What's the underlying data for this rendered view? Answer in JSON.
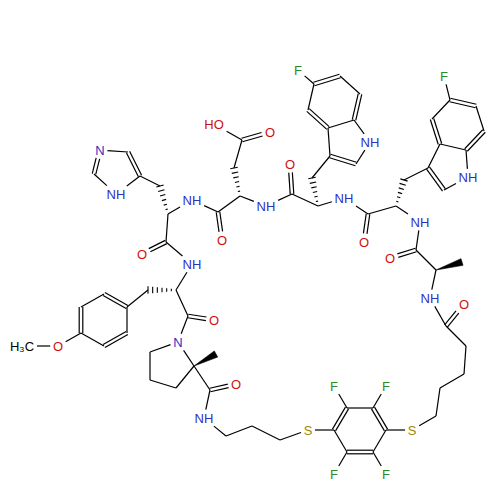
{
  "diagram": {
    "labels": [
      "F",
      "NH",
      "F",
      "HO",
      "O",
      "O",
      "NH",
      "N",
      "NH",
      "NH",
      "NH",
      "NH",
      "NH",
      "O",
      "O",
      "O",
      "O",
      "NH",
      "NH",
      "O",
      "O",
      "H₃C",
      "O",
      "N",
      "F",
      "F",
      "O",
      "NH",
      "S",
      "S",
      "F",
      "F"
    ]
  }
}
